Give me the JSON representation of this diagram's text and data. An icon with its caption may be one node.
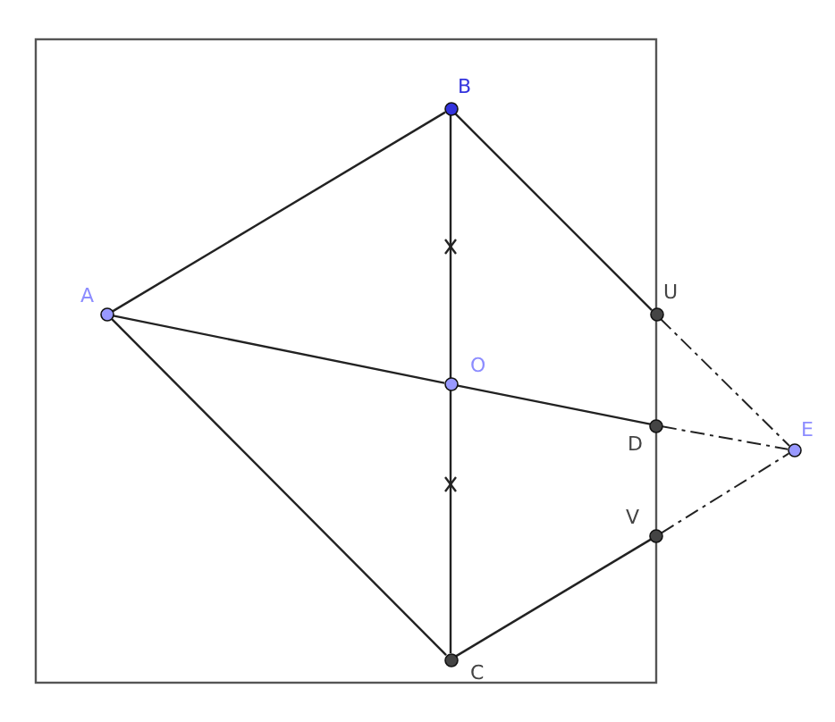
{
  "diagram": {
    "nodes": [
      {
        "text": [
          "A"
        ]
      },
      {
        "text": [
          "B"
        ]
      },
      {
        "text": [
          "O"
        ]
      },
      {
        "text": [
          "C"
        ]
      },
      {
        "text": [
          "U"
        ]
      },
      {
        "text": [
          "D"
        ]
      },
      {
        "text": [
          "V"
        ]
      },
      {
        "text": [
          "E"
        ]
      }
    ],
    "edges": [
      {
        "from": 0,
        "to": 1,
        "arrow": "none"
      },
      {
        "from": 1,
        "to": 2,
        "arrow": "none"
      },
      {
        "from": 2,
        "to": 3,
        "arrow": "none"
      },
      {
        "from": 0,
        "to": 2,
        "arrow": "none"
      },
      {
        "from": 2,
        "to": 5,
        "arrow": "none"
      },
      {
        "from": 0,
        "to": 3,
        "arrow": "none"
      },
      {
        "from": 1,
        "to": 4,
        "arrow": "none"
      },
      {
        "from": 3,
        "to": 6,
        "arrow": "none"
      },
      {
        "from": 4,
        "to": 7,
        "arrow": "none",
        "style": "dashed"
      },
      {
        "from": 5,
        "to": 7,
        "arrow": "none",
        "style": "dashed"
      },
      {
        "from": 6,
        "to": 7,
        "arrow": "none",
        "style": "dashed"
      }
    ]
  }
}
